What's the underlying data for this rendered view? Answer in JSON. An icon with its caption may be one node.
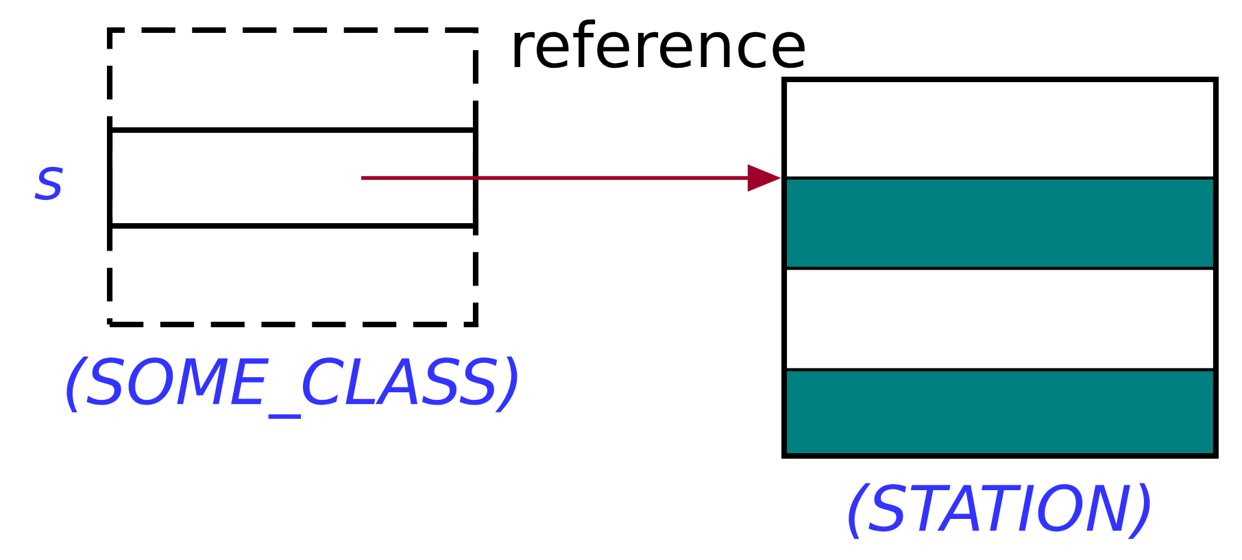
{
  "diagram": {
    "nodes": [
      {
        "text": [
          "(SOME_CLASS)"
        ]
      },
      {
        "text": [],
        "shape": "box",
        "in": 0,
        "beside": [
          "s"
        ]
      },
      {
        "text": [
          "(STATION)"
        ]
      }
    ],
    "edges": [
      {
        "from": 1,
        "to": 2,
        "arrow": "to"
      }
    ],
    "labels": [
      "reference"
    ]
  }
}
